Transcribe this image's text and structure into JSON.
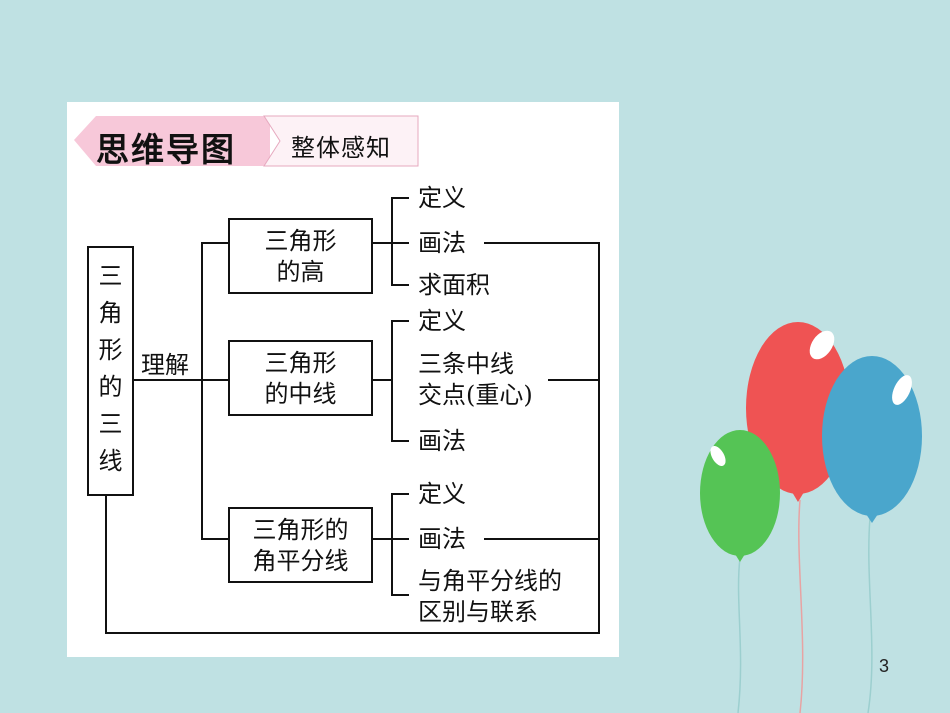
{
  "banner": {
    "title": "思维导图",
    "subtitle": "整体感知"
  },
  "root": {
    "chars": [
      "三",
      "角",
      "形",
      "的",
      "三",
      "线"
    ]
  },
  "understand_label": "理解",
  "branches": [
    {
      "lines": [
        "三角形",
        "的高"
      ],
      "items": [
        "定义",
        "画法",
        "求面积"
      ]
    },
    {
      "lines": [
        "三角形",
        "的中线"
      ],
      "items": [
        "定义",
        "三条中线",
        "交点(重心)",
        "画法"
      ]
    },
    {
      "lines": [
        "三角形的",
        "角平分线"
      ],
      "items": [
        "定义",
        "画法",
        "与角平分线的",
        "区别与联系"
      ]
    }
  ],
  "page_number": "3",
  "colors": {
    "background": "#bfe1e3",
    "banner_pink": "#f7c8d9",
    "balloon_red": "#ef5353",
    "balloon_blue": "#4aa6cc",
    "balloon_green": "#55c455"
  }
}
